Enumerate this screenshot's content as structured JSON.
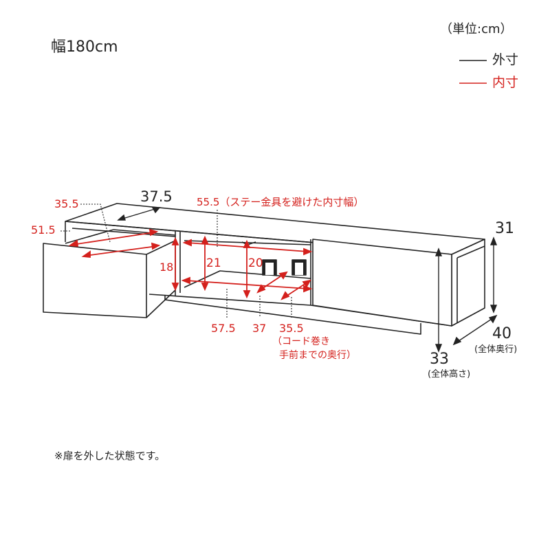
{
  "header": {
    "width_label": "幅180cm",
    "unit_label": "（単位:cm）",
    "legend": [
      {
        "label": "外寸",
        "color": "#222222"
      },
      {
        "label": "内寸",
        "color": "#d4201c"
      }
    ]
  },
  "dimensions": {
    "outer": {
      "depth_top": "37.5",
      "height_body": "31",
      "total_depth": "40",
      "total_depth_note": "(全体奥行)",
      "total_height": "33",
      "total_height_note": "(全体高さ)"
    },
    "inner": {
      "drawer_depth": "35.5",
      "drawer_width": "51.5",
      "drawer_height": "18",
      "bracket_width": "55.5（ステー金具を避けた内寸幅）",
      "center_height": "21",
      "center_height_low": "20",
      "center_width": "57.5",
      "center_depth": "37",
      "cord_depth": "35.5",
      "cord_note_1": "（コード巻き",
      "cord_note_2": "手前までの奥行）"
    }
  },
  "footnote": "※扉を外した状態です。"
}
